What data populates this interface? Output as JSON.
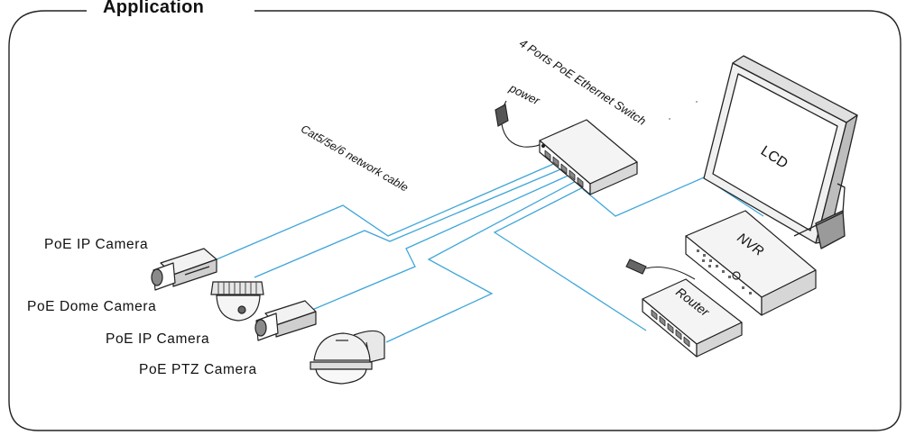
{
  "title": "Application",
  "labels": {
    "switch": "4 Ports PoE Ethernet Switch",
    "power": "power",
    "cable": "Cat5/5e/6 network cable",
    "lcd": "LCD",
    "nvr": "NVR",
    "router": "Router"
  },
  "cameras": [
    {
      "label": "PoE IP Camera"
    },
    {
      "label": "PoE Dome Camera"
    },
    {
      "label": "PoE IP Camera"
    },
    {
      "label": "PoE PTZ Camera"
    }
  ],
  "colors": {
    "cable": "#3fa6d8",
    "line": "#111111"
  }
}
